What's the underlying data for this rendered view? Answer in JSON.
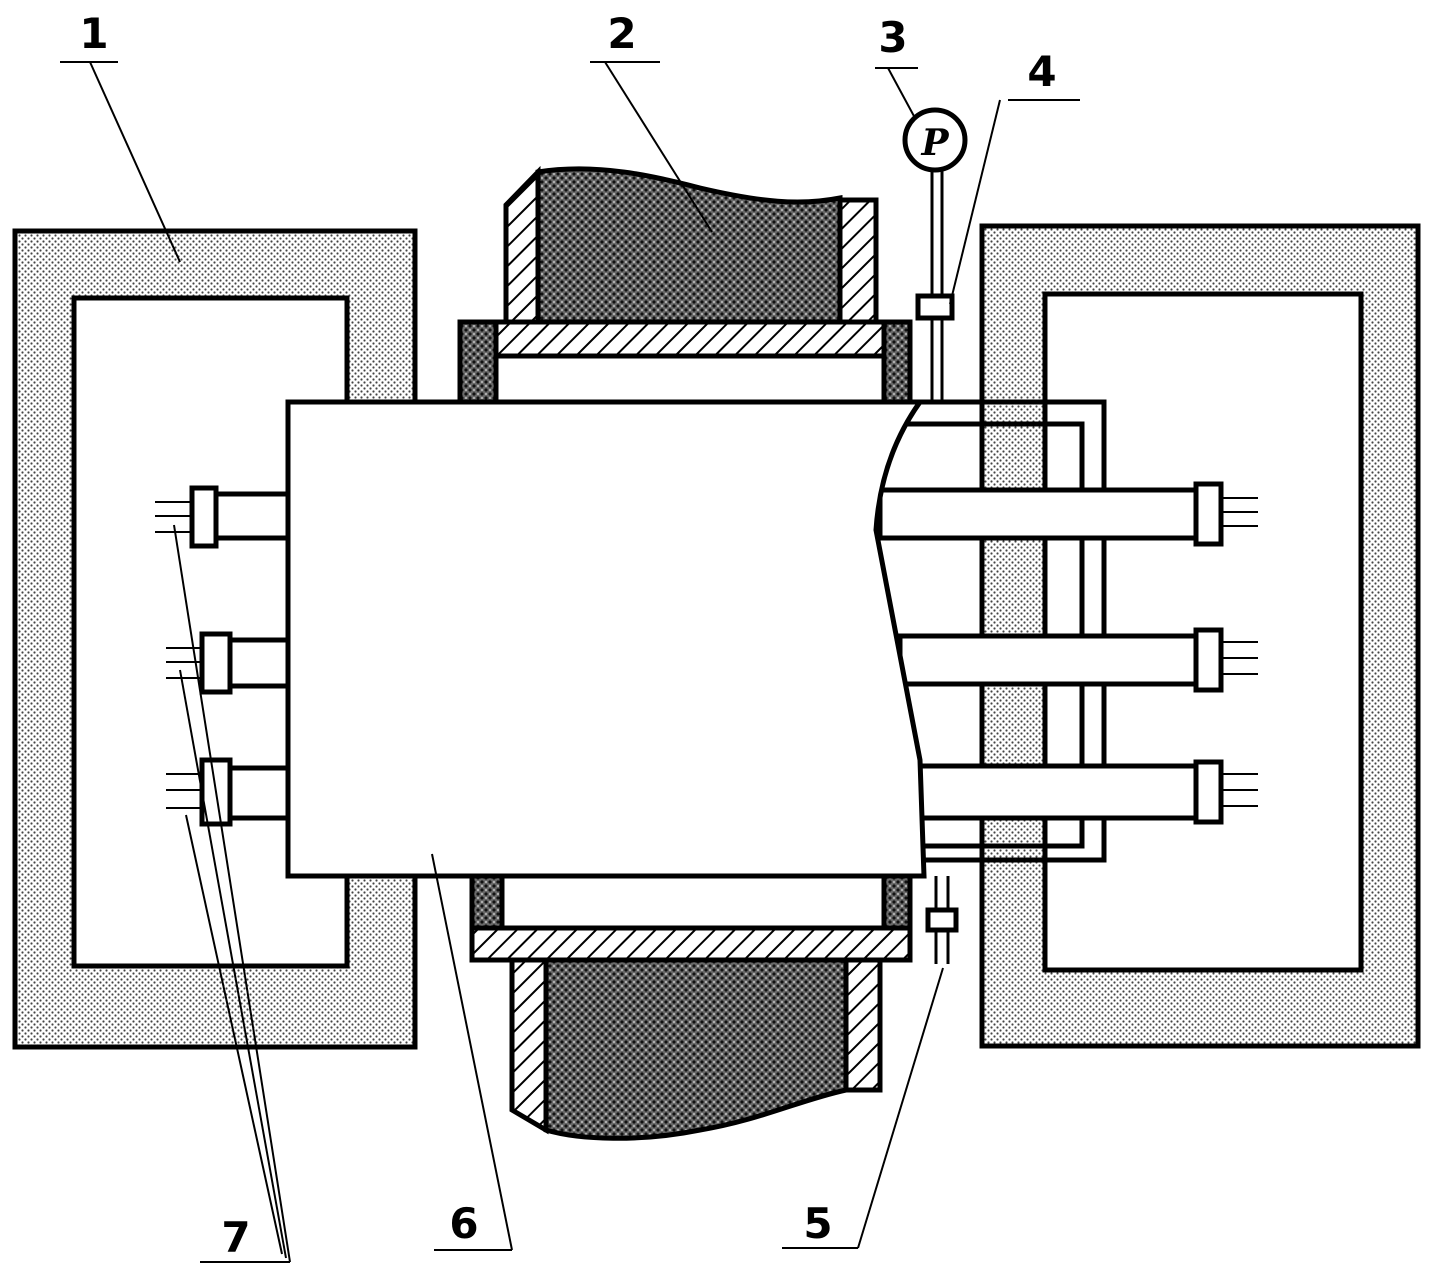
{
  "diagram": {
    "callouts": [
      "1",
      "2",
      "3",
      "4",
      "5",
      "6",
      "7"
    ],
    "gauge_symbol": "P"
  },
  "colors": {
    "ink": "#000000",
    "paper": "#ffffff",
    "dotted_fill": "#bdbdbd",
    "dark_hatch": "#4a4a4a"
  }
}
